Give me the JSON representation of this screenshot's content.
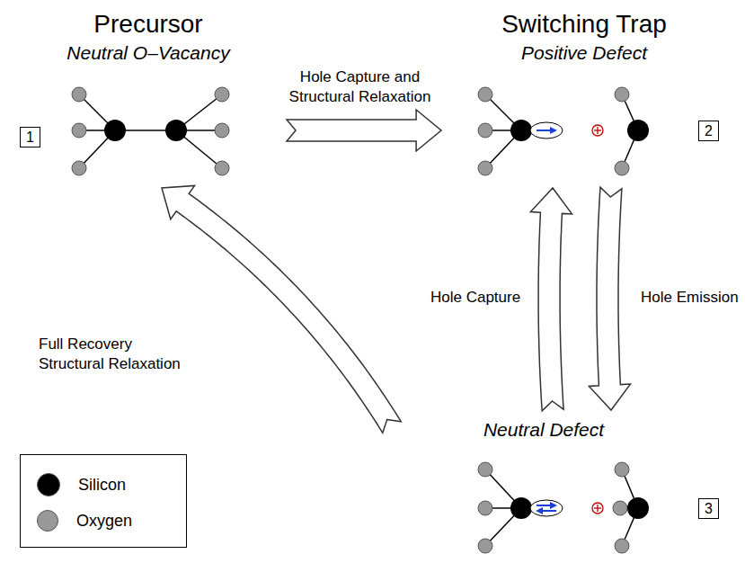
{
  "diagram": {
    "nodes": [
      {
        "text": [
          "Precursor",
          "Neutral O–Vacancy"
        ]
      },
      {
        "text": [
          "1"
        ],
        "in": 0
      },
      {
        "text": [
          "Switching Trap",
          "Positive Defect"
        ]
      },
      {
        "text": [
          "2"
        ],
        "in": 2
      },
      {
        "text": [
          "Neutral Defect"
        ]
      },
      {
        "text": [
          "3"
        ],
        "in": 4
      }
    ],
    "edges": [
      {
        "from": 0,
        "to": 2,
        "label": "Hole Capture and Structural Relaxation",
        "arrow": "to"
      },
      {
        "from": 2,
        "to": 4,
        "label": "Hole Emission",
        "arrow": "to"
      },
      {
        "from": 4,
        "to": 2,
        "label": "Hole Capture",
        "arrow": "to"
      },
      {
        "from": 4,
        "to": 0,
        "label": "Full Recovery Structural Relaxation",
        "arrow": "to"
      }
    ],
    "legend": [
      {
        "text": "Silicon",
        "color": "#000000"
      },
      {
        "text": "Oxygen",
        "color": "#999999"
      }
    ]
  }
}
